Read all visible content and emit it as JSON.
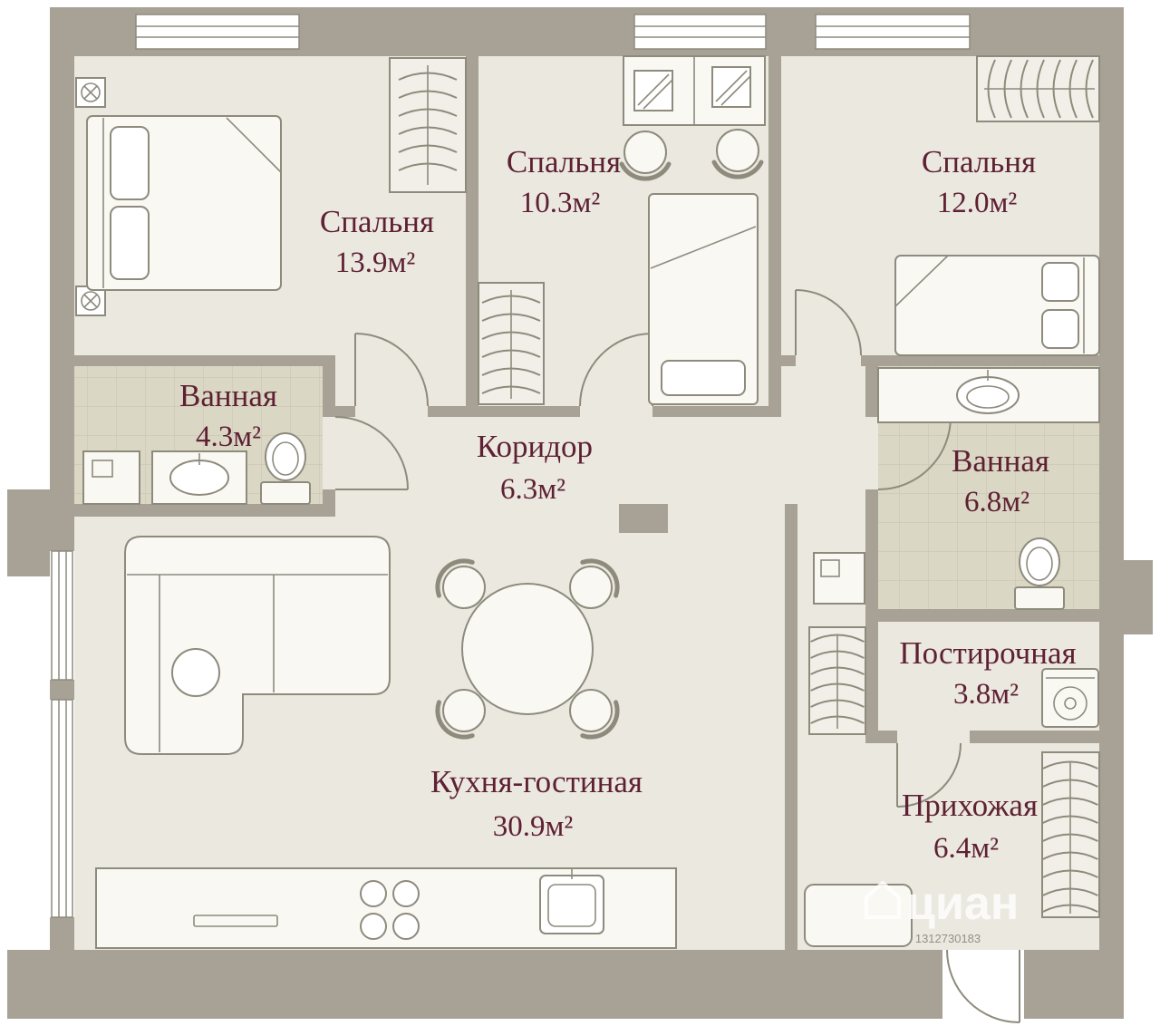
{
  "plan": {
    "rooms": [
      {
        "id": "bedroom-1",
        "name": "Спальня",
        "area": "13.9м²"
      },
      {
        "id": "bedroom-2",
        "name": "Спальня",
        "area": "10.3м²"
      },
      {
        "id": "bedroom-3",
        "name": "Спальня",
        "area": "12.0м²"
      },
      {
        "id": "bathroom-1",
        "name": "Ванная",
        "area": "4.3м²"
      },
      {
        "id": "corridor",
        "name": "Коридор",
        "area": "6.3м²"
      },
      {
        "id": "bathroom-2",
        "name": "Ванная",
        "area": "6.8м²"
      },
      {
        "id": "laundry",
        "name": "Постирочная",
        "area": "3.8м²"
      },
      {
        "id": "kitchen-living",
        "name": "Кухня-гостиная",
        "area": "30.9м²"
      },
      {
        "id": "hallway",
        "name": "Прихожая",
        "area": "6.4м²"
      }
    ],
    "watermark": {
      "logo": "циан",
      "id": "1312730183"
    },
    "colors": {
      "wall": "#a7a295",
      "floor": "#ebe8e0",
      "bath_floor": "#dbd7c5",
      "label": "#5e2133"
    }
  }
}
